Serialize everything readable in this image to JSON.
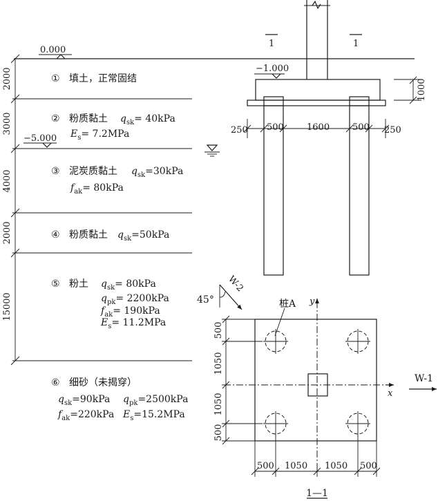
{
  "elevations": {
    "ground": "0.000",
    "cap_bottom": "−1.000",
    "water": "−5.000"
  },
  "section_mark": "1",
  "cap_height": "1000",
  "cap_dims": [
    "250",
    "500",
    "1600",
    "500",
    "250"
  ],
  "layer_thickness": [
    "2000",
    "3000",
    "4000",
    "2000",
    "15000"
  ],
  "layers": [
    {
      "num": "①",
      "text": "填土，正常固结"
    },
    {
      "num": "②",
      "text": "粉质黏土",
      "params": [
        {
          "sym": "q",
          "sub": "sk",
          "val": "= 40kPa"
        },
        {
          "sym": "E",
          "sub": "s",
          "val": "= 7.2MPa"
        }
      ]
    },
    {
      "num": "③",
      "text": "泥炭质黏土",
      "params": [
        {
          "sym": "q",
          "sub": "sk",
          "val": "=30kPa"
        },
        {
          "sym": "f",
          "sub": "ak",
          "val": "= 80kPa"
        }
      ]
    },
    {
      "num": "④",
      "text": "粉质黏土",
      "params": [
        {
          "sym": "q",
          "sub": "sk",
          "val": "=50kPa"
        }
      ]
    },
    {
      "num": "⑤",
      "text": "粉土",
      "params": [
        {
          "sym": "q",
          "sub": "sk",
          "val": "= 80kPa"
        },
        {
          "sym": "q",
          "sub": "pk",
          "val": "= 2200kPa"
        },
        {
          "sym": "f",
          "sub": "ak",
          "val": "= 190kPa"
        },
        {
          "sym": "E",
          "sub": "s",
          "val": "= 11.2MPa"
        }
      ]
    },
    {
      "num": "⑥",
      "text": "细砂（未揭穿）",
      "params": [
        {
          "sym": "q",
          "sub": "sk",
          "val": "=90kPa"
        },
        {
          "sym": "q",
          "sub": "pk",
          "val": "=2500kPa"
        },
        {
          "sym": "f",
          "sub": "ak",
          "val": "=220kPa"
        },
        {
          "sym": "E",
          "sub": "s",
          "val": "=15.2MPa"
        }
      ]
    }
  ],
  "plan": {
    "angle": "45°",
    "w2": "W-2",
    "w1": "W-1",
    "pile_a": "桩A",
    "axis_x": "x",
    "axis_y": "y",
    "dims_x": [
      "500",
      "1050",
      "1050",
      "500"
    ],
    "dims_y": [
      "500",
      "1050",
      "1050",
      "500"
    ],
    "title": "1—1"
  }
}
